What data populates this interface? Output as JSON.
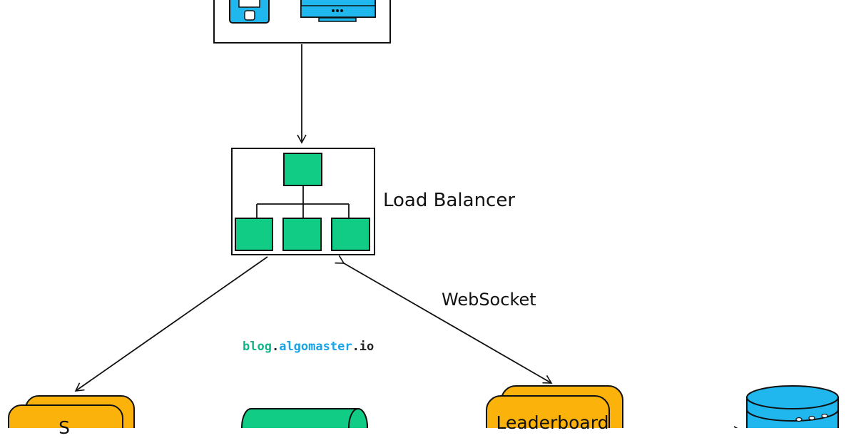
{
  "labels": {
    "load_balancer": "Load Balancer",
    "websocket": "WebSocket",
    "leaderboard_service": "Leaderboard",
    "left_service": "S"
  },
  "watermark": {
    "part1": "blog",
    "part2": ".",
    "part3": "algomaster",
    "part4": ".io"
  },
  "colors": {
    "device_blue": "#20b6ee",
    "node_green": "#10cc84",
    "service_orange": "#fbb30b",
    "db_blue": "#20b6ee",
    "watermark_green": "#10b58a",
    "watermark_blue": "#1aa3e6"
  }
}
